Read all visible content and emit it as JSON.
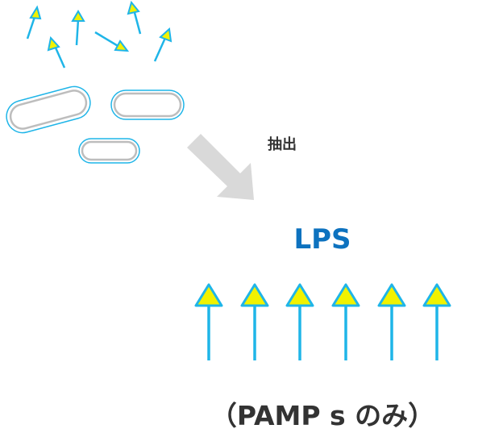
{
  "labels": {
    "extract": "抽出",
    "lps": "LPS",
    "pamps_only": "（PAMP s のみ）"
  },
  "colors": {
    "cyan": "#1fb5e8",
    "yellow": "#f2f200",
    "blue_text": "#0d72bf",
    "gray_arrow": "#d9d9d9",
    "bacteria_stroke": "#bdbdbd",
    "dark_text": "#333333"
  }
}
